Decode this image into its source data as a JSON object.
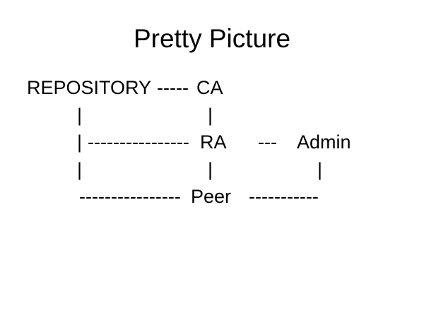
{
  "slide": {
    "title": "Pretty Picture",
    "background_color": "#ffffff",
    "text_color": "#000000"
  },
  "diagram": {
    "row1": {
      "repository": "REPOSITORY",
      "repo_ca_link": "-----",
      "ca": "CA"
    },
    "row2": {
      "repo_pipe": "|",
      "ca_pipe": "|"
    },
    "row3": {
      "repo_pipe": "|",
      "repo_ra_link": "----------------",
      "ra": "RA",
      "ra_admin_link": "---",
      "admin": "Admin"
    },
    "row4": {
      "repo_pipe": "|",
      "ra_pipe": "|",
      "admin_pipe": "|"
    },
    "row5": {
      "repo_peer_link": "----------------",
      "peer": "Peer",
      "peer_admin_link": "-----------"
    }
  }
}
